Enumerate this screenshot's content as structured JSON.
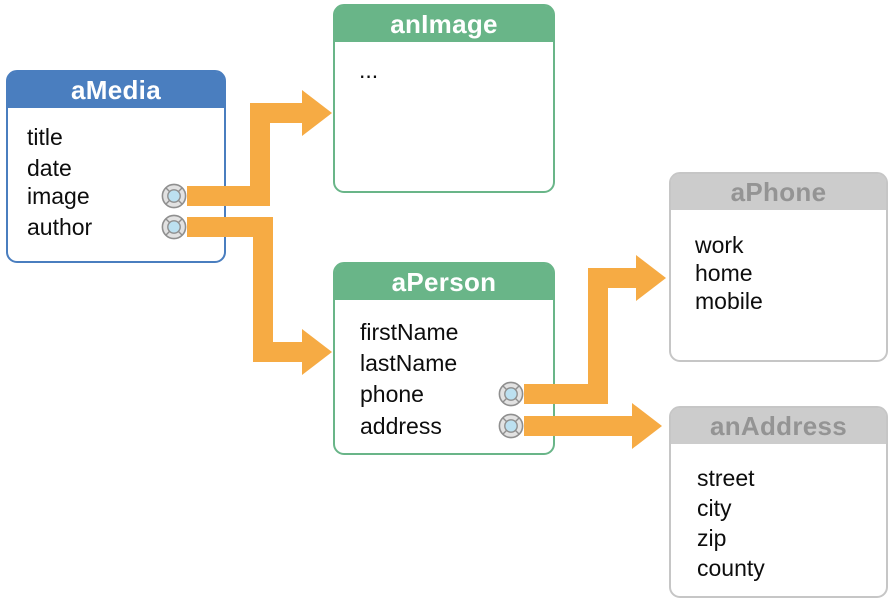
{
  "diagram": {
    "title_semantic": "object-relationship-diagram",
    "colors": {
      "background": "#ffffff",
      "blue_header": "#4A7EBF",
      "green_header": "#69B588",
      "gray_header": "#CCCCCC",
      "gray_header_text": "#949494",
      "arrow_orange": "#F6AB44",
      "field_text": "#0d0d0d",
      "port_outer_fill": "#E2E2E2",
      "port_inner_fill": "#BCE0F0",
      "port_stroke": "#8F8F8F"
    },
    "boxes": [
      {
        "id": "aMedia",
        "title": "aMedia",
        "theme": "blue",
        "fields": [
          "title",
          "date",
          "image",
          "author"
        ],
        "ports_on_fields": [
          "image",
          "author"
        ]
      },
      {
        "id": "anImage",
        "title": "anImage",
        "theme": "green",
        "fields": [
          "..."
        ],
        "ports_on_fields": []
      },
      {
        "id": "aPerson",
        "title": "aPerson",
        "theme": "green",
        "fields": [
          "firstName",
          "lastName",
          "phone",
          "address"
        ],
        "ports_on_fields": [
          "phone",
          "address"
        ]
      },
      {
        "id": "aPhone",
        "title": "aPhone",
        "theme": "gray",
        "fields": [
          "work",
          "home",
          "mobile"
        ],
        "ports_on_fields": []
      },
      {
        "id": "anAddress",
        "title": "anAddress",
        "theme": "gray",
        "fields": [
          "street",
          "city",
          "zip",
          "county"
        ],
        "ports_on_fields": []
      }
    ],
    "connections": [
      {
        "from": "aMedia.image",
        "to": "anImage"
      },
      {
        "from": "aMedia.author",
        "to": "aPerson"
      },
      {
        "from": "aPerson.phone",
        "to": "aPhone"
      },
      {
        "from": "aPerson.address",
        "to": "anAddress"
      }
    ]
  }
}
